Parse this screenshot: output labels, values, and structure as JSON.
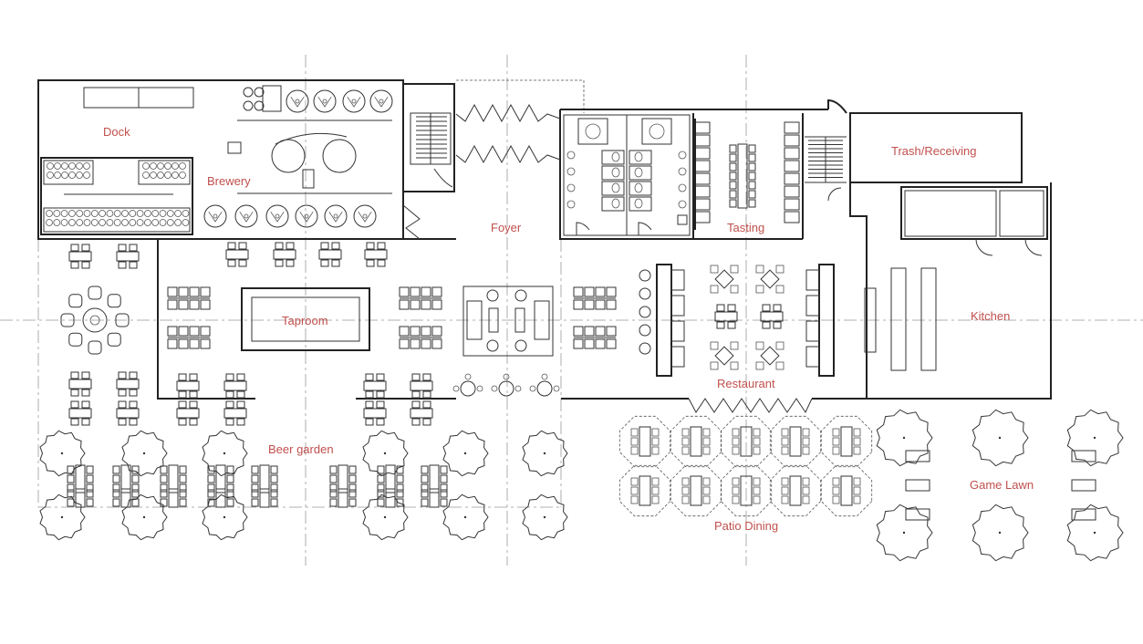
{
  "labels": {
    "dock": "Dock",
    "brewery": "Brewery",
    "foyer": "Foyer",
    "tasting": "Tasting",
    "trash_receiving": "Trash/Receiving",
    "taproom": "Taproom",
    "kitchen": "Kitchen",
    "restaurant": "Restaurant",
    "beer_garden": "Beer garden",
    "game_lawn": "Game Lawn",
    "patio_dining": "Patio Dining"
  },
  "colors": {
    "label": "#c0504d",
    "line": "#222222",
    "axis": "#999999"
  }
}
